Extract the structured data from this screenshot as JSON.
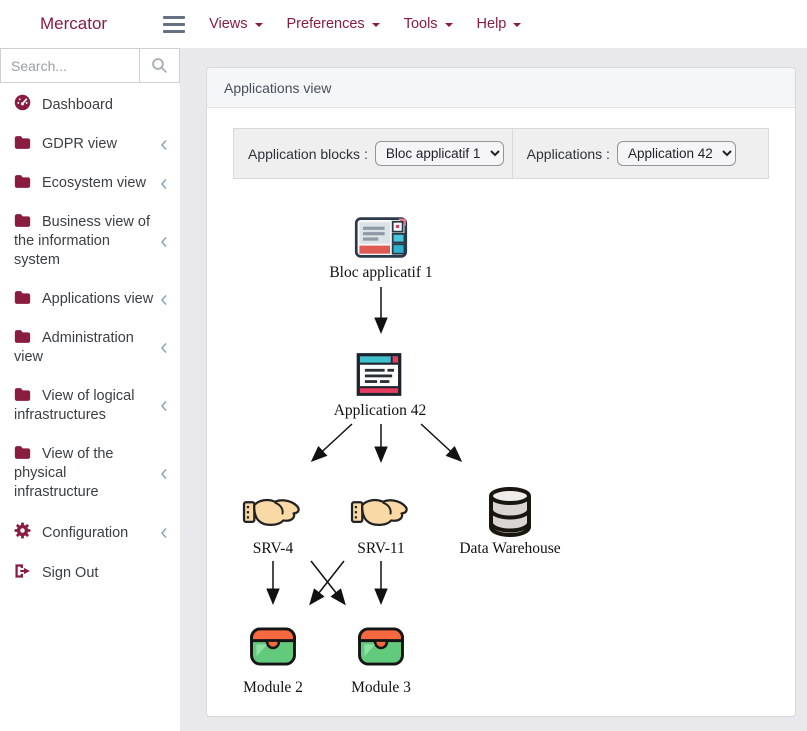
{
  "navbar": {
    "brand": "Mercator",
    "items": [
      {
        "label": "Views"
      },
      {
        "label": "Preferences"
      },
      {
        "label": "Tools"
      },
      {
        "label": "Help"
      }
    ]
  },
  "sidebar": {
    "search_placeholder": "Search...",
    "items": [
      {
        "label": "Dashboard",
        "icon": "tachometer-icon",
        "chevron": false
      },
      {
        "label": "GDPR view",
        "icon": "folder-icon",
        "chevron": true
      },
      {
        "label": "Ecosystem view",
        "icon": "folder-icon",
        "chevron": true
      },
      {
        "label": "Business view of the information system",
        "icon": "folder-icon",
        "chevron": true
      },
      {
        "label": "Applications view",
        "icon": "folder-icon",
        "chevron": true
      },
      {
        "label": "Administration view",
        "icon": "folder-icon",
        "chevron": true
      },
      {
        "label": "View of logical infrastructures",
        "icon": "folder-icon",
        "chevron": true
      },
      {
        "label": "View of the physical infrastructure",
        "icon": "folder-icon",
        "chevron": true
      },
      {
        "label": "Configuration",
        "icon": "gear-icon",
        "chevron": true
      },
      {
        "label": "Sign Out",
        "icon": "sign-out-icon",
        "chevron": false
      }
    ]
  },
  "card": {
    "header": "Applications view"
  },
  "filters": {
    "application_blocks_label": "Application blocks :",
    "application_blocks_value": "Bloc applicatif 1",
    "applications_label": "Applications :",
    "applications_value": "Application 42"
  },
  "diagram": {
    "nodes": [
      {
        "id": "bloc1",
        "label": "Bloc applicatif 1",
        "icon": "application-block-icon"
      },
      {
        "id": "app42",
        "label": "Application 42",
        "icon": "application-window-icon"
      },
      {
        "id": "srv4",
        "label": "SRV-4",
        "icon": "hand-icon"
      },
      {
        "id": "srv11",
        "label": "SRV-11",
        "icon": "hand-icon"
      },
      {
        "id": "dw",
        "label": "Data Warehouse",
        "icon": "database-icon"
      },
      {
        "id": "mod2",
        "label": "Module 2",
        "icon": "module-case-icon"
      },
      {
        "id": "mod3",
        "label": "Module 3",
        "icon": "module-case-icon"
      }
    ],
    "edges": [
      [
        "bloc1",
        "app42"
      ],
      [
        "app42",
        "srv4"
      ],
      [
        "app42",
        "srv11"
      ],
      [
        "app42",
        "dw"
      ],
      [
        "srv4",
        "mod2"
      ],
      [
        "srv4",
        "mod3"
      ],
      [
        "srv11",
        "mod2"
      ],
      [
        "srv11",
        "mod3"
      ]
    ]
  },
  "colors": {
    "brand": "#8a1c40",
    "chevron": "#8fa6ba",
    "content_background": "#e9e9eb",
    "arrow": "#111111"
  }
}
